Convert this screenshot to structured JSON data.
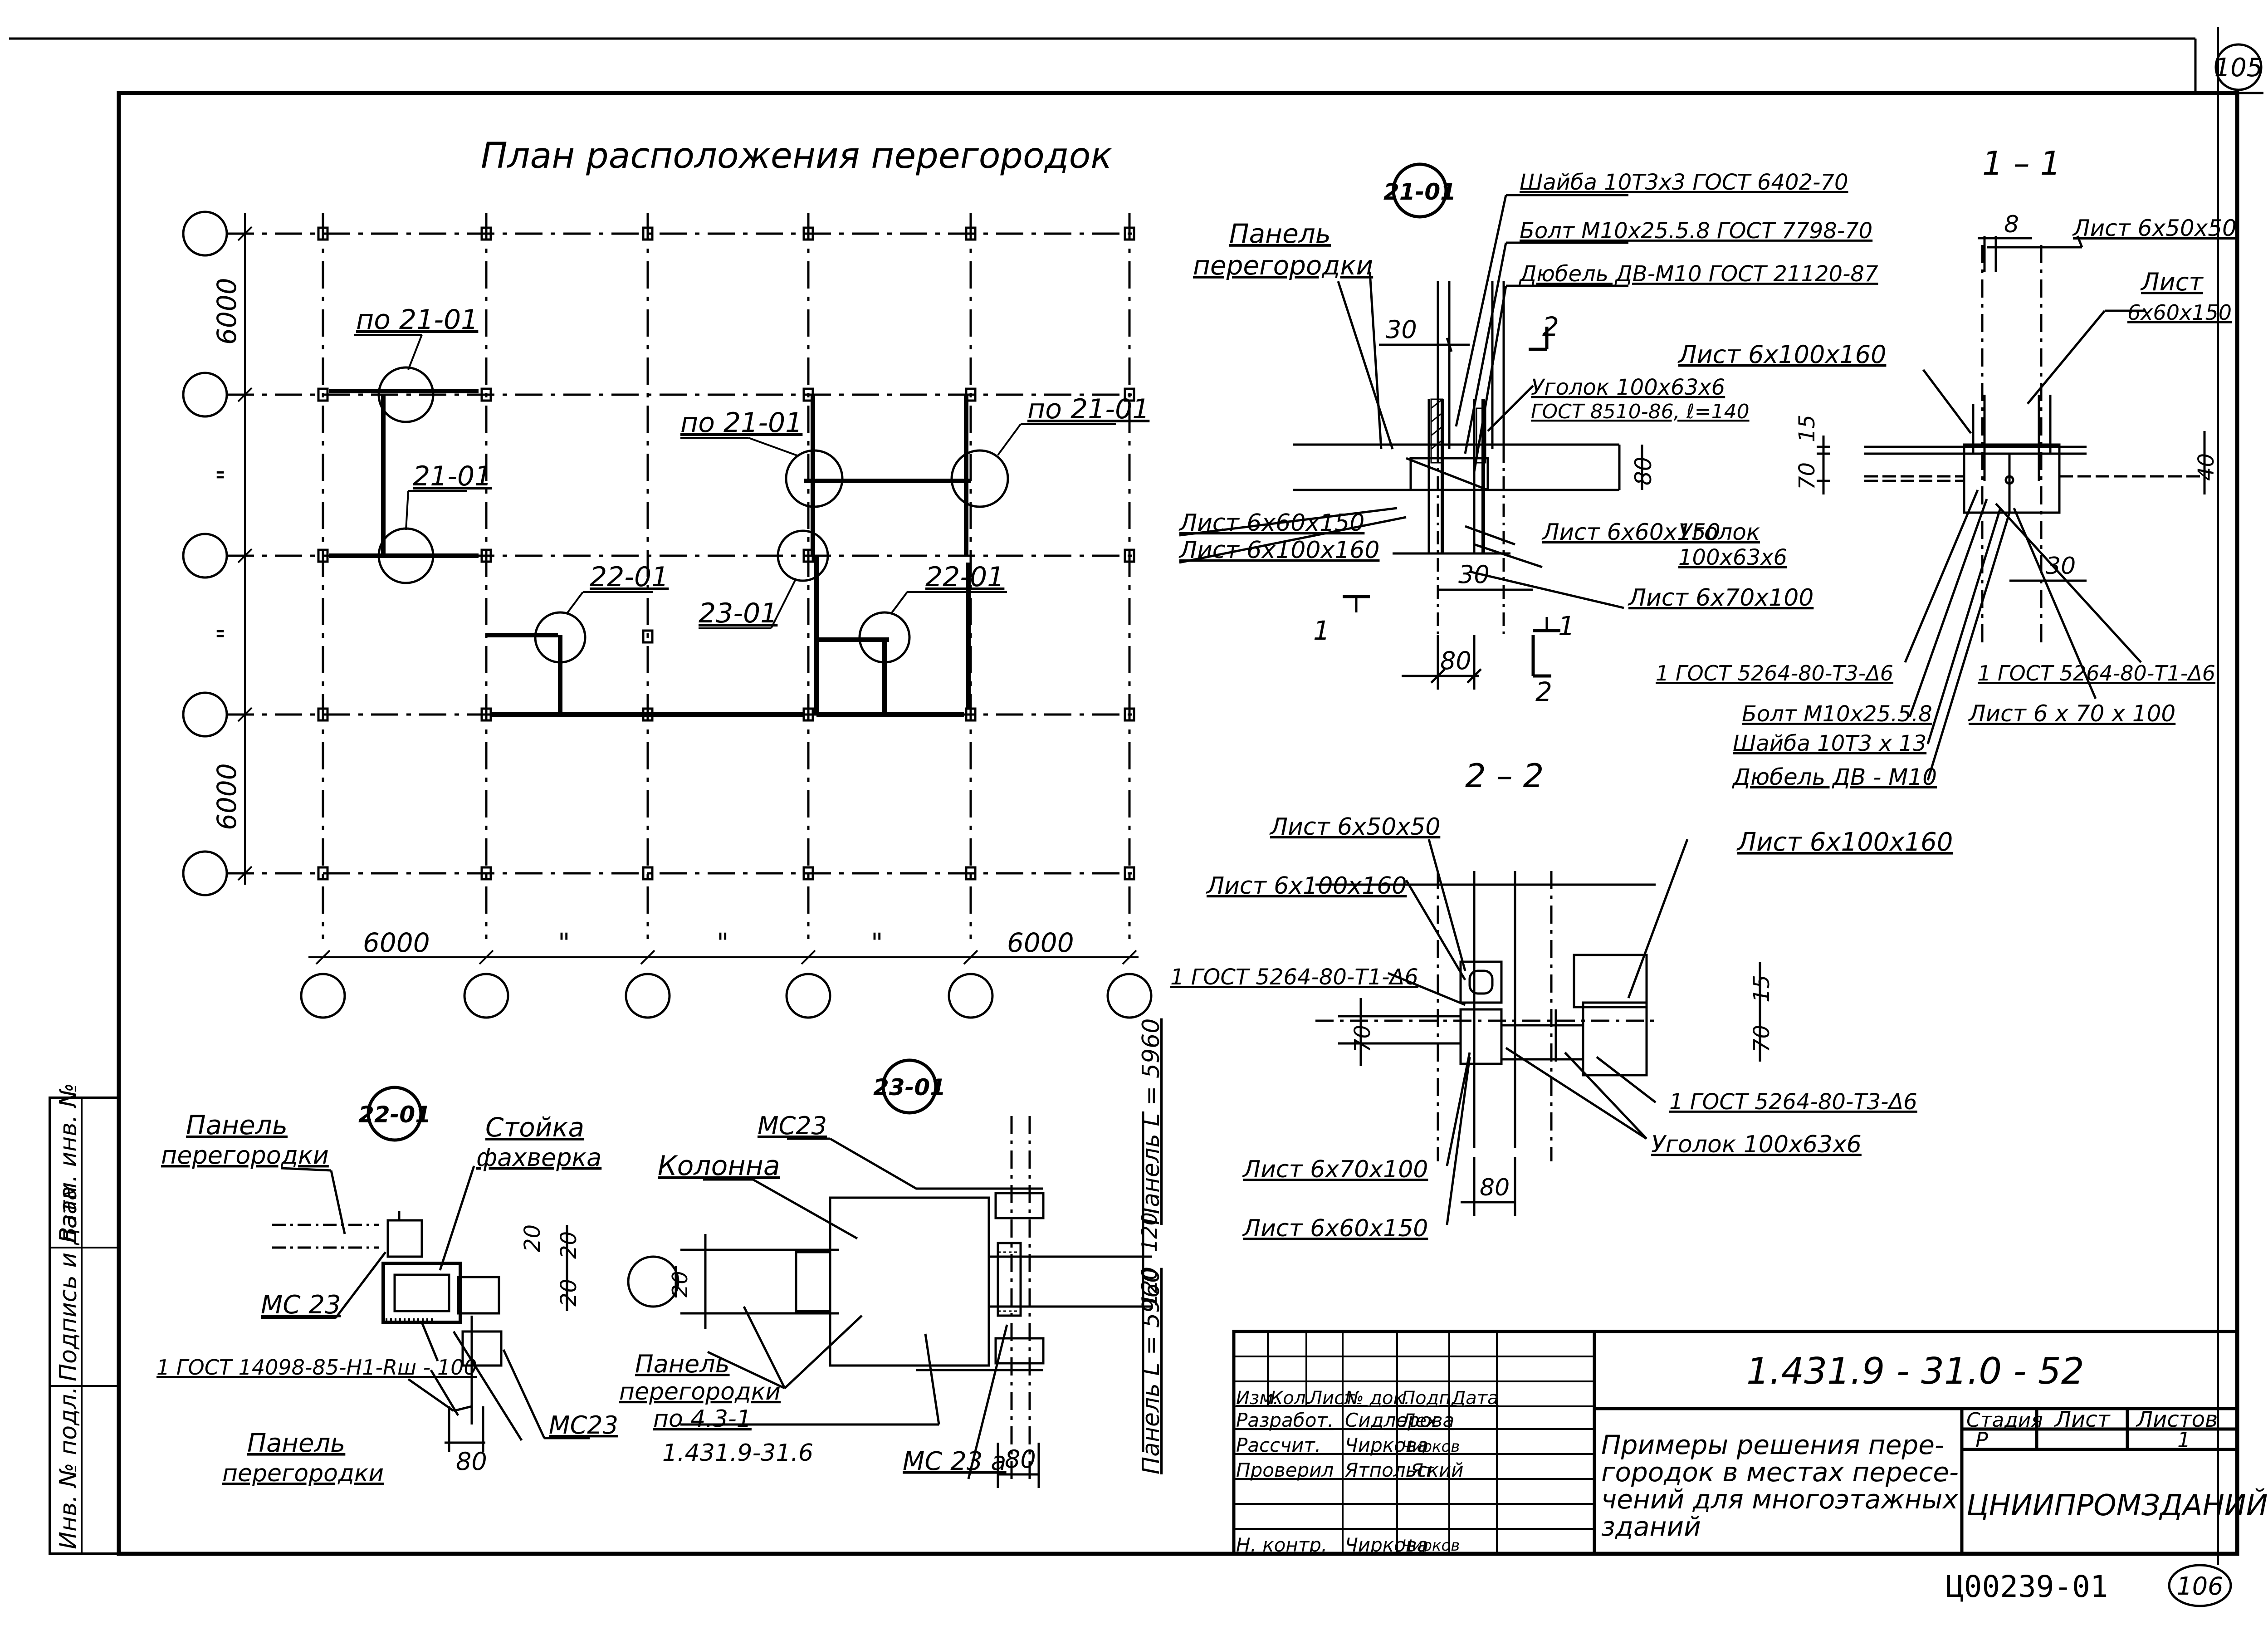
{
  "sheet": {
    "page_number": "105",
    "page_number_bottom": "106",
    "archive_number": "Ц00239-01"
  },
  "plan": {
    "title": "План расположения перегородок",
    "dim_6000_left_top": "6000",
    "dim_6000_left_bottom": "6000",
    "dim_6000_bottom_left": "6000",
    "dim_6000_bottom_right": "6000",
    "ditto": "\"",
    "callouts": [
      "по 21-01",
      "21-01",
      "по 21-01",
      "по 21-01",
      "22-01",
      "23-01",
      "22-01"
    ]
  },
  "node_21_01": {
    "marker": "21-01",
    "label_washer": "Шайба 10Т3х3 ГОСТ 6402-70",
    "label_bolt": "Болт М10х25.5.8 ГОСТ 7798-70",
    "label_dowel": "Дюбель ДВ-М10 ГОСТ 21120-87",
    "label_panel": "Панель перегородки",
    "label_panel_l1": "Панель",
    "label_panel_l2": "перегородки",
    "label_angle_l1": "Уголок 100х63х6",
    "label_angle_l2": "ГОСТ 8510-86, ℓ=140",
    "label_sheet_60_150": "Лист 6х60х150",
    "label_sheet_100_160": "Лист 6х100х160",
    "label_sheet_60_150_b": "Лист 6х60х150",
    "label_angle_b_l1": "Уголок",
    "label_angle_b_l2": "100х63х6",
    "label_sheet_70_100": "Лист 6х70х100",
    "dim_30_a": "30",
    "dim_30_b": "30",
    "dim_80": "80",
    "dim_80_v": "80",
    "cut_1": "1",
    "cut_2": "2"
  },
  "section_1_1": {
    "title": "1 – 1",
    "dim_8": "8",
    "label_sheet_50_50": "Лист 6х50х50",
    "label_sheet_60_150_l1": "Лист",
    "label_sheet_60_150_l2": "6х60х150",
    "label_sheet_100_160": "Лист 6х100х160",
    "dim_15": "15",
    "dim_70": "70",
    "dim_40": "40",
    "dim_30": "30",
    "weld_left": "1 ГОСТ 5264-80-Т3-Δ6",
    "weld_right": "1 ГОСТ 5264-80-Т1-Δ6",
    "label_sheet_70_100": "Лист 6 х 70 х 100",
    "label_bolt": "Болт М10х25.5.8",
    "label_washer": "Шайба 10Т3 х 13",
    "label_dowel": "Дюбель ДВ - М10"
  },
  "section_2_2": {
    "title": "2 – 2",
    "label_sheet_50_50": "Лист 6х50х50",
    "label_sheet_100_160_a": "Лист 6х100х160",
    "label_sheet_100_160_b": "Лист 6х100х160",
    "weld_left": "1 ГОСТ 5264-80-Т1-Δ6",
    "weld_right": "1 ГОСТ 5264-80-Т3-Δ6",
    "label_angle": "Уголок 100х63х6",
    "label_sheet_70_100": "Лист 6х70х100",
    "label_sheet_60_150": "Лист 6х60х150",
    "dim_15": "15",
    "dim_70_left": "70",
    "dim_70_right": "70",
    "dim_80": "80"
  },
  "node_22_01": {
    "marker": "22-01",
    "label_panel_top_l1": "Панель",
    "label_panel_top_l2": "перегородки",
    "label_post_l1": "Стойка",
    "label_post_l2": "фахверка",
    "label_mc23_left": "МС 23",
    "label_weld": "1 ГОСТ 14098-85-Н1-Rш - 100",
    "label_mc23_right": "МС23",
    "label_panel_bottom_l1": "Панель",
    "label_panel_bottom_l2": "перегородки",
    "dim_20_a": "20",
    "dim_20_b": "20",
    "dim_20_c": "20",
    "dim_80": "80"
  },
  "node_23_01": {
    "marker": "23-01",
    "label_mc23": "МС23",
    "label_column": "Колонна",
    "label_panel_l1": "Панель",
    "label_panel_l2": "перегородки",
    "label_panel_l3": "по 4.3-1",
    "label_panel_l4": "1.431.9-31.6",
    "label_mc23a": "МС 23 а",
    "label_panel_len_top": "Панель L = 5960",
    "label_panel_len_bottom": "Панель L = 5960",
    "dim_20": "20",
    "dim_120_a": "120",
    "dim_120_b": "120",
    "dim_80": "80"
  },
  "side_stamp": [
    "Инв. № подл.",
    "Подпись и дата",
    "Взам. инв. №"
  ],
  "title_block": {
    "doc_code": "1.431.9 - 31.0 - 52",
    "header_cols": [
      "Изм.",
      "Кол.",
      "Лист",
      "№ док.",
      "Подп.",
      "Дата"
    ],
    "rows": [
      {
        "role": "Разработ.",
        "name": "Сидлерова",
        "sign": "Лех"
      },
      {
        "role": "Рассчит.",
        "name": "Чиркова",
        "sign": "Чирков"
      },
      {
        "role": "Проверил",
        "name": "Ятпольский",
        "sign": "Ят"
      },
      {
        "role": "",
        "name": "",
        "sign": ""
      },
      {
        "role": "Н. контр.",
        "name": "Чиркова",
        "sign": "Чирков"
      }
    ],
    "description_lines": [
      "Примеры решения пере-",
      "городок в местах пересе-",
      "чений для многоэтажных",
      "зданий"
    ],
    "stage_label": "Стадия",
    "sheet_label": "Лист",
    "sheets_label": "Листов",
    "stage_value": "Р",
    "sheets_value": "1",
    "organization": "ЦНИИПРОМЗДАНИЙ"
  }
}
